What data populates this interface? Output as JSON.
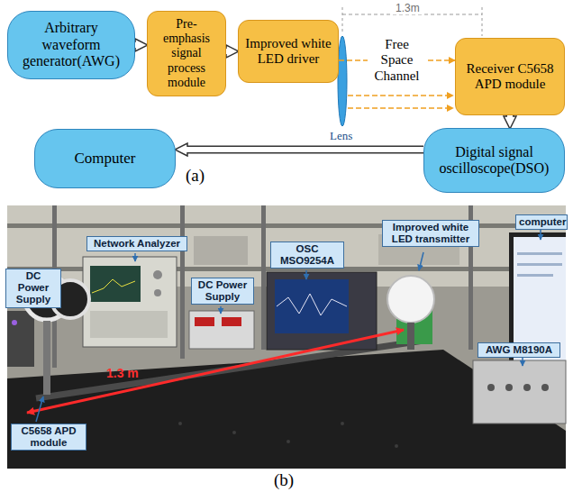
{
  "diagram": {
    "nodes": [
      {
        "text": [
          "Arbitrary waveform generator(AWG)"
        ]
      },
      {
        "text": [
          "Pre-emphasis signal process module"
        ]
      },
      {
        "text": [
          "Improved white LED driver"
        ]
      },
      {
        "text": [
          "Receiver C5658 APD module"
        ]
      },
      {
        "text": [
          "Digital signal oscilloscope(DSO)"
        ]
      },
      {
        "text": [
          "Computer"
        ]
      }
    ],
    "edges": [
      {
        "from": 0,
        "to": 1,
        "arrow": "to"
      },
      {
        "from": 1,
        "to": 2,
        "arrow": "to"
      },
      {
        "from": 2,
        "to": 3,
        "label": "Free Space Channel",
        "arrow": "to"
      },
      {
        "from": 3,
        "to": 4,
        "arrow": "to"
      },
      {
        "from": 4,
        "to": 5,
        "arrow": "to"
      }
    ],
    "labels": [
      "1.3m",
      "Lens",
      "(a)",
      "DC Power Supply",
      "Network Analyzer",
      "DC Power Supply",
      "OSC MSO9254A",
      "Improved white LED transmitter",
      "computer",
      "AWG M8190A",
      "C5658 APD module",
      "1.3 m",
      "(b)"
    ]
  }
}
